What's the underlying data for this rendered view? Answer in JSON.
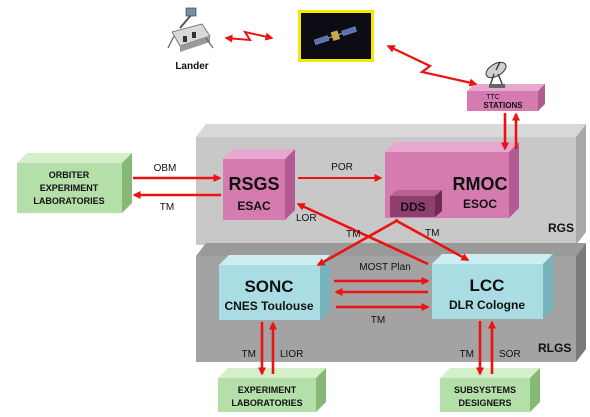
{
  "lander": {
    "label": "Lander"
  },
  "ttc": {
    "line1": "TTC",
    "line2": "STATIONS"
  },
  "orbiter_labs": {
    "line1": "ORBITER",
    "line2": "EXPERIMENT",
    "line3": "LABORATORIES"
  },
  "rgs": {
    "label": "RGS",
    "rsgs": {
      "title": "RSGS",
      "subtitle": "ESAC"
    },
    "rmoc": {
      "title": "RMOC",
      "subtitle": "ESOC",
      "dds": "DDS"
    }
  },
  "rlgs": {
    "label": "RLGS",
    "sonc": {
      "title": "SONC",
      "subtitle": "CNES Toulouse"
    },
    "lcc": {
      "title": "LCC",
      "subtitle": "DLR Cologne"
    }
  },
  "experiment_labs": {
    "line1": "EXPERIMENT",
    "line2": "LABORATORIES"
  },
  "subsystems": {
    "line1": "SUBSYSTEMS",
    "line2": "DESIGNERS"
  },
  "flows": {
    "obm": "OBM",
    "tm_orbiter": "TM",
    "por": "POR",
    "lor": "LOR",
    "tm_rmoc_sonc": "TM",
    "tm_rmoc_lcc": "TM",
    "most_plan": "MOST Plan",
    "tm_lcc_sonc": "TM",
    "tm_exp": "TM",
    "lior": "LIOR",
    "tm_sub": "TM",
    "sor": "SOR"
  },
  "colors": {
    "arrow": "#ee1111",
    "panel": "#c9c9c9",
    "panel_dark": "#9a9a9a",
    "pink_box": "#d57bb0",
    "cyan_box": "#a9dde3",
    "green_box": "#b5dfa8"
  }
}
